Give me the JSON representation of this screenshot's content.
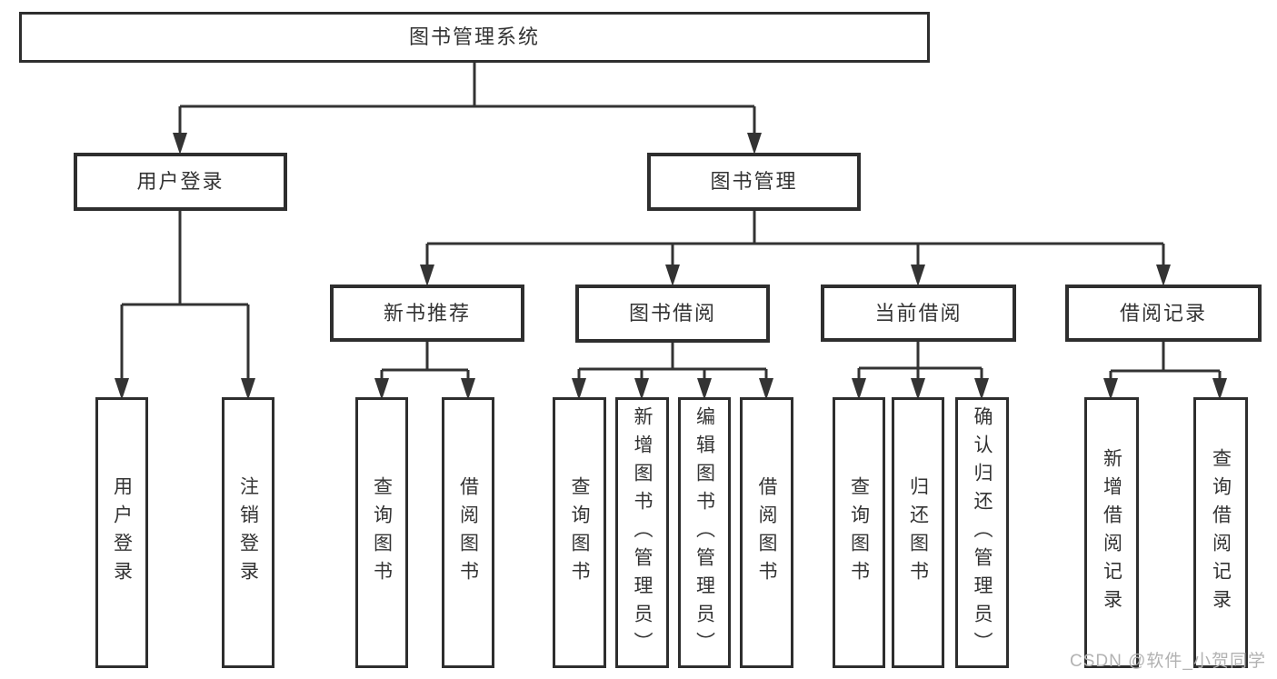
{
  "colors": {
    "background": "#ffffff",
    "line": "#333333",
    "box_border": "#2e2e2e",
    "text": "#333333",
    "watermark_color": "#b2b2b2"
  },
  "watermark": "CSDN @软件_小贺同学",
  "tree": {
    "root": {
      "label": "图书管理系统"
    },
    "branches": [
      {
        "label": "用户登录",
        "children": [
          {
            "label": "用户登录"
          },
          {
            "label": "注销登录"
          }
        ]
      },
      {
        "label": "图书管理",
        "children": [
          {
            "label": "新书推荐",
            "children": [
              {
                "label": "查询图书"
              },
              {
                "label": "借阅图书"
              }
            ]
          },
          {
            "label": "图书借阅",
            "children": [
              {
                "label": "查询图书"
              },
              {
                "label": "新增图书（管理员）"
              },
              {
                "label": "编辑图书（管理员）"
              },
              {
                "label": "借阅图书"
              }
            ]
          },
          {
            "label": "当前借阅",
            "children": [
              {
                "label": "查询图书"
              },
              {
                "label": "归还图书"
              },
              {
                "label": "确认归还（管理员）"
              }
            ]
          },
          {
            "label": "借阅记录",
            "children": [
              {
                "label": "新增借阅记录"
              },
              {
                "label": "查询借阅记录"
              }
            ]
          }
        ]
      }
    ]
  }
}
